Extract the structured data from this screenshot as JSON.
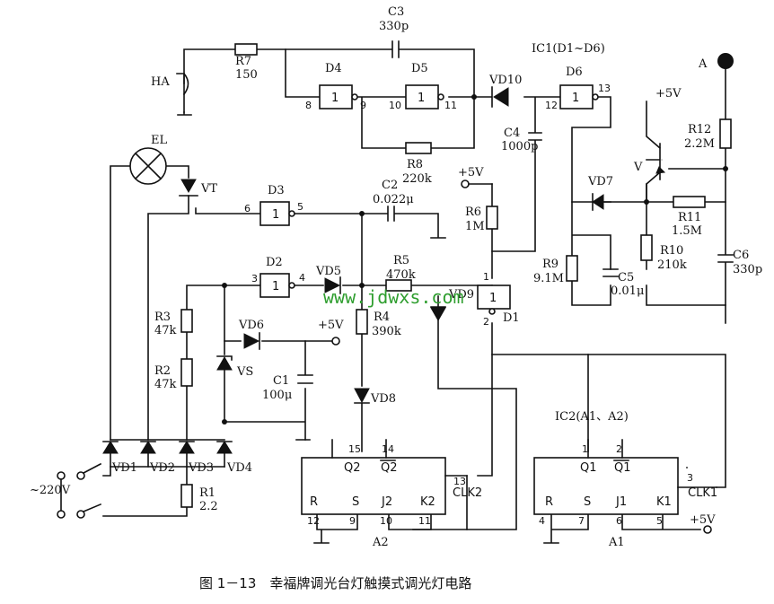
{
  "labels": {
    "C3": "C3",
    "C3v": "330p",
    "R7": "R7",
    "R7v": "150",
    "HA": "HA",
    "D4": "D4",
    "D5": "D5",
    "D6": "D6",
    "VD10": "VD10",
    "IC1": "IC1(D1~D6)",
    "A": "A",
    "R8": "R8",
    "R8v": "220k",
    "C4": "C4",
    "C4v": "1000p",
    "V5a": "+5V",
    "V5b": "+5V",
    "V5c": "+5V",
    "V5d": "+5V",
    "R12": "R12",
    "R12v": "2.2M",
    "V": "V",
    "EL": "EL",
    "VT": "VT",
    "D3": "D3",
    "C2": "C2",
    "C2v": "0.022μ",
    "R6": "R6",
    "R6v": "1M",
    "VD7": "VD7",
    "R11": "R11",
    "R11v": "1.5M",
    "R10": "R10",
    "R10v": "210k",
    "C6": "C6",
    "C6v": "330p",
    "D2": "D2",
    "VD5": "VD5",
    "R5": "R5",
    "R5v": "470k",
    "R9": "R9",
    "R9v": "9.1M",
    "C5": "C5",
    "C5v": "0.01μ",
    "D1": "D1",
    "VD9": "VD9",
    "R3": "R3",
    "R3v": "47k",
    "R4": "R4",
    "R4v": "390k",
    "VD6": "VD6",
    "R2": "R2",
    "R2v": "47k",
    "VS": "VS",
    "C1": "C1",
    "C1v": "100μ",
    "VD8": "VD8",
    "IC2": "IC2(A1、A2)",
    "VD1": "VD1",
    "VD2": "VD2",
    "VD3": "VD3",
    "VD4": "VD4",
    "AC": "~220V",
    "R1": "R1",
    "R1v": "2.2",
    "A2": "A2",
    "A1": "A1",
    "Q2": "Q2",
    "nQ2": "Q2",
    "R_a2": "R",
    "S_a2": "S",
    "J2": "J2",
    "K2": "K2",
    "CLK2": "CLK2",
    "Q1": "Q1",
    "nQ1": "Q1",
    "R_a1": "R",
    "S_a1": "S",
    "J1": "J1",
    "K1": "K1",
    "CLK1": "CLK1",
    "gate_one": "1"
  },
  "pins": {
    "d4_in": "8",
    "d4_out": "9",
    "d5_in": "10",
    "d5_out": "11",
    "d6_in": "12",
    "d6_out": "13",
    "d3_in": "6",
    "d3_out": "5",
    "d2_in": "3",
    "d2_out": "4",
    "d1_in": "1",
    "d1_out": "2",
    "a2_q": "15",
    "a2_nq": "14",
    "a2_clk": "13",
    "a2_r": "12",
    "a2_s": "9",
    "a2_j": "10",
    "a2_k": "11",
    "a1_q": "1",
    "a1_nq": "2",
    "a1_clk": "3",
    "a1_r": "4",
    "a1_s": "7",
    "a1_j": "6",
    "a1_k": "5"
  },
  "watermark": "www.jdwxs.com",
  "caption": "图 1－13　幸福牌调光台灯触摸式调光灯电路"
}
